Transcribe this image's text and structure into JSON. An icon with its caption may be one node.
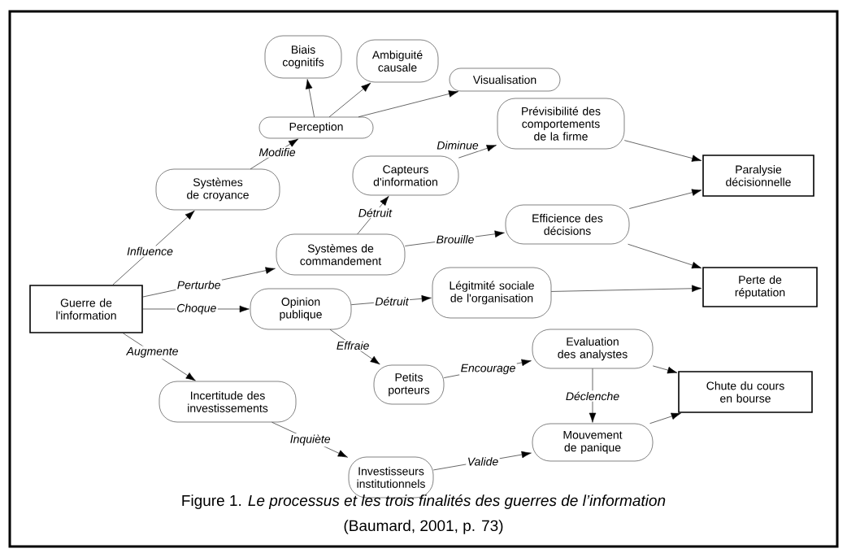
{
  "diagram": {
    "caption": "Figure 1. *Le processus et les trois finalités des guerres de l’information*",
    "nodes": [
      {
        "text": [
          "Guerre de l'information"
        ]
      },
      {
        "text": [
          "Biais cognitifs"
        ]
      },
      {
        "text": [
          "Ambiguité causale"
        ]
      },
      {
        "text": [
          "Visualisation"
        ]
      },
      {
        "text": [
          "Perception"
        ]
      },
      {
        "text": [
          "Systèmes de croyance"
        ]
      },
      {
        "text": [
          "Capteurs d'information"
        ]
      },
      {
        "text": [
          "Prévisibilité des comportements de la firme"
        ]
      },
      {
        "text": [
          "Paralysie décisionnelle"
        ]
      },
      {
        "text": [
          "Systèmes de commandement"
        ]
      },
      {
        "text": [
          "Efficience des décisions"
        ]
      },
      {
        "text": [
          "Perte de réputation"
        ]
      },
      {
        "text": [
          "Légitmité sociale de l'organisation"
        ]
      },
      {
        "text": [
          "Opinion publique"
        ]
      },
      {
        "text": [
          "Petits porteurs"
        ]
      },
      {
        "text": [
          "Evaluation des analystes"
        ]
      },
      {
        "text": [
          "Chute du cours en bourse"
        ]
      },
      {
        "text": [
          "Incertitude des investissements"
        ]
      },
      {
        "text": [
          "Mouvement de panique"
        ]
      },
      {
        "text": [
          "Investisseurs institutionnels"
        ]
      }
    ],
    "edges": [
      {
        "from": 0,
        "to": 5,
        "arrow": "to",
        "label": "Influence"
      },
      {
        "from": 0,
        "to": 9,
        "arrow": "to",
        "label": "Perturbe"
      },
      {
        "from": 0,
        "to": 13,
        "arrow": "to",
        "label": "Choque"
      },
      {
        "from": 0,
        "to": 17,
        "arrow": "to",
        "label": "Augmente"
      },
      {
        "from": 5,
        "to": 4,
        "arrow": "to",
        "label": "Modifie"
      },
      {
        "from": 4,
        "to": 1,
        "arrow": "to"
      },
      {
        "from": 4,
        "to": 2,
        "arrow": "to"
      },
      {
        "from": 4,
        "to": 3,
        "arrow": "to"
      },
      {
        "from": 9,
        "to": 6,
        "arrow": "to",
        "label": "Détruit"
      },
      {
        "from": 6,
        "to": 7,
        "arrow": "to",
        "label": "Diminue"
      },
      {
        "from": 9,
        "to": 10,
        "arrow": "to",
        "label": "Brouille"
      },
      {
        "from": 7,
        "to": 8,
        "arrow": "to"
      },
      {
        "from": 10,
        "to": 8,
        "arrow": "to"
      },
      {
        "from": 10,
        "to": 11,
        "arrow": "to"
      },
      {
        "from": 12,
        "to": 11,
        "arrow": "to"
      },
      {
        "from": 13,
        "to": 12,
        "arrow": "to",
        "label": "Détruit"
      },
      {
        "from": 13,
        "to": 14,
        "arrow": "to",
        "label": "Effraie"
      },
      {
        "from": 14,
        "to": 15,
        "arrow": "to",
        "label": "Encourage"
      },
      {
        "from": 15,
        "to": 18,
        "arrow": "to",
        "label": "Déclenche"
      },
      {
        "from": 15,
        "to": 16,
        "arrow": "to"
      },
      {
        "from": 18,
        "to": 16,
        "arrow": "to"
      },
      {
        "from": 17,
        "to": 19,
        "arrow": "to",
        "label": "Inquiète"
      },
      {
        "from": 19,
        "to": 18,
        "arrow": "to",
        "label": "Valide"
      }
    ],
    "labels": [
      "(Baumard, 2001, p. 73)"
    ]
  }
}
